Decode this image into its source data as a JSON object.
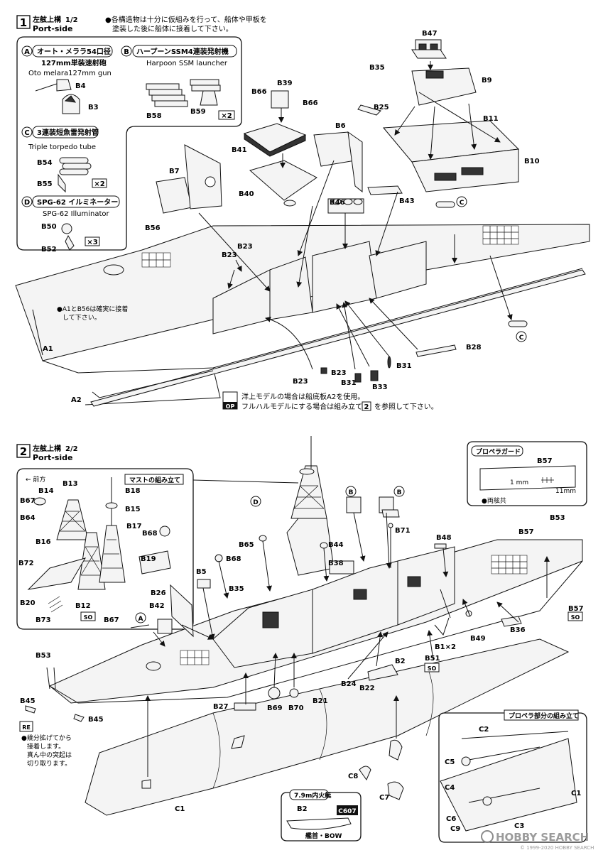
{
  "step1": {
    "number": "1",
    "title_jp": "左舷上構",
    "page": "1/2",
    "title_en": "Port-side",
    "note": [
      "●各構造物は十分に仮組みを行って、船体や甲板を",
      "塗装した後に船体に接着して下さい。"
    ],
    "subassemblies": {
      "A": {
        "letter": "A",
        "title_jp": "オート・メララ54口径",
        "subtitle_jp": "127mm単装速射砲",
        "title_en": "Oto melara127mm gun",
        "parts": [
          "B4",
          "B3"
        ]
      },
      "B": {
        "letter": "B",
        "title_jp": "ハープーンSSM4連装発射機",
        "title_en": "Harpoon SSM launcher",
        "parts": [
          "B58",
          "B59"
        ],
        "qty": "×2"
      },
      "C": {
        "letter": "C",
        "title_jp": "3連装短魚雷発射管",
        "title_en": "Triple torpedo tube",
        "parts": [
          "B54",
          "B55"
        ],
        "qty": "×2"
      },
      "D": {
        "letter": "D",
        "title_jp": "SPG-62 イルミネーター",
        "title_en": "SPG-62 Illuminator",
        "parts": [
          "B50",
          "B52"
        ],
        "qty": "×3"
      }
    },
    "part_labels": [
      "B47",
      "B35",
      "B9",
      "B39",
      "B66",
      "B66",
      "B25",
      "B6",
      "B11",
      "B41",
      "B7",
      "B10",
      "B40",
      "B46",
      "B43",
      "B56",
      "B23",
      "B23",
      "B28",
      "B23",
      "B23",
      "B31",
      "B31",
      "B33",
      "A1",
      "A2"
    ],
    "bond_note": [
      "●A1とB56は確実に接着",
      "して下さい。"
    ],
    "op_tag": "OP",
    "op_note": [
      "洋上モデルの場合は船底板A2を使用。",
      "フルハルモデルにする場合は組み立て図",
      "を参照して下さい。"
    ],
    "op_ref": "2"
  },
  "step2": {
    "number": "2",
    "title_jp": "左舷上構",
    "page": "2/2",
    "title_en": "Port-side",
    "mast_box": {
      "title": "マストの組み立て",
      "forward": "← 前方",
      "parts": [
        "B14",
        "B13",
        "B18",
        "B67",
        "B15",
        "B64",
        "B17",
        "B68",
        "B16",
        "B72",
        "B19",
        "B20",
        "B12",
        "B73",
        "B67"
      ],
      "so": "SO"
    },
    "prop_guard": {
      "title": "プロペラガード",
      "part": "B57",
      "dim1": "1 mm",
      "dim2": "11mm",
      "note": "●両舷共"
    },
    "part_labels": [
      "B71",
      "B44",
      "B65",
      "B68",
      "B5",
      "B38",
      "B48",
      "B53",
      "B57",
      "B35",
      "B26",
      "B42",
      "B36",
      "B49",
      "B53",
      "B51",
      "B2",
      "B24",
      "B22",
      "B21",
      "B27",
      "B69",
      "B70",
      "B45",
      "B45",
      "C8",
      "C7",
      "C1"
    ],
    "b1_qty": "B1×2",
    "b57_so": "SO",
    "b51_so": "SO",
    "re_tag": "RE",
    "re_note": [
      "●幾分拡げてから",
      "接着します。",
      "真ん中の突起は",
      "切り取ります。"
    ],
    "boat_box": {
      "title": "7.9m内火艇",
      "part": "B2",
      "code": "C607",
      "bow": "艦首・BOW"
    },
    "prop_box": {
      "title": "プロペラ部分の組み立て",
      "parts": [
        "C2",
        "C5",
        "C4",
        "C9",
        "C6",
        "C3",
        "C1"
      ]
    }
  },
  "watermark": "HOBBY SEARCH",
  "copyright": "© 1999-2020 HOBBY SEARCH"
}
